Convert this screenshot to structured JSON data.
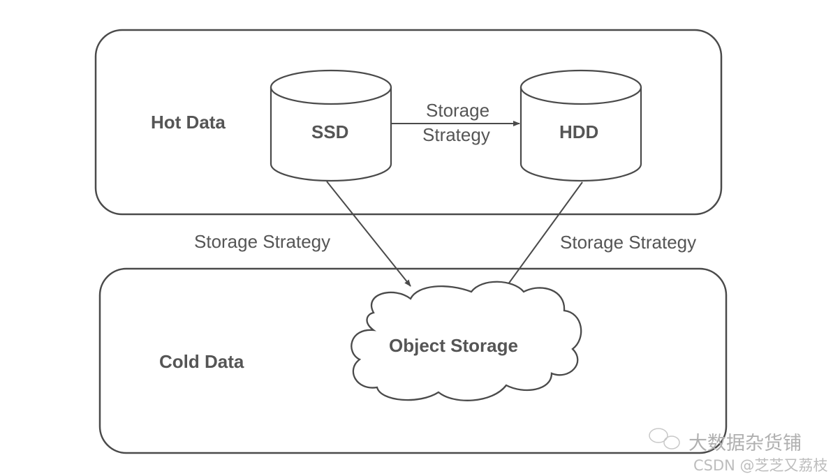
{
  "zones": {
    "hot": {
      "label": "Hot Data"
    },
    "cold": {
      "label": "Cold Data"
    }
  },
  "nodes": {
    "ssd": {
      "label": "SSD",
      "shape": "cylinder"
    },
    "hdd": {
      "label": "HDD",
      "shape": "cylinder"
    },
    "object_storage": {
      "label": "Object Storage",
      "shape": "cloud"
    }
  },
  "edges": {
    "ssd_to_hdd": {
      "line1": "Storage",
      "line2": "Strategy"
    },
    "ssd_to_object": {
      "label": "Storage Strategy"
    },
    "hdd_to_object": {
      "label": "Storage Strategy"
    }
  },
  "watermark": {
    "icon": "wechat-icon",
    "line1": "大数据杂货铺",
    "line2": "CSDN @芝芝又荔枝"
  },
  "colors": {
    "stroke": "#4a4a4a",
    "text": "#555555",
    "watermark": "#bdbdbd"
  }
}
